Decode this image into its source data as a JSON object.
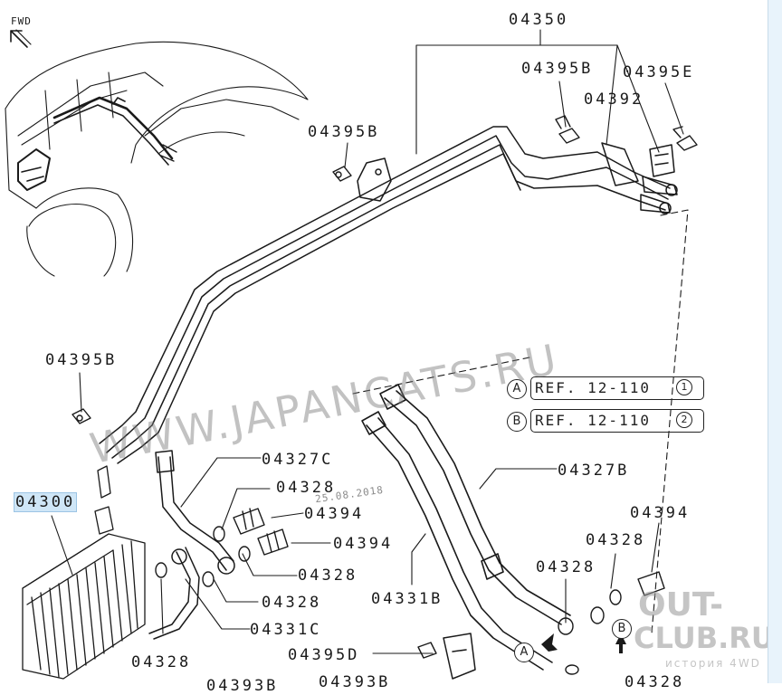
{
  "fwd_label": "FWD",
  "labels": {
    "p04350": "04350",
    "p04395b_top": "04395B",
    "p04395e": "04395E",
    "p04392": "04392",
    "p04395b_mid": "04395B",
    "p04395b_left": "04395B",
    "p04300": "04300",
    "p04327c": "04327C",
    "p04328_a": "04328",
    "p04394_a": "04394",
    "p04394_b": "04394",
    "p04328_b": "04328",
    "p04328_c": "04328",
    "p04331c": "04331C",
    "p04328_d": "04328",
    "p04395d": "04395D",
    "p04327b": "04327B",
    "p04331b": "04331B",
    "p04394_c": "04394",
    "p04328_e": "04328",
    "p04328_f": "04328",
    "p04393b": "04393B",
    "p04328_g": "04328",
    "p04393b_b": "04393B"
  },
  "refs": [
    {
      "letter": "A",
      "text": "REF. 12-110",
      "circle": "1"
    },
    {
      "letter": "B",
      "text": "REF. 12-110",
      "circle": "2"
    }
  ],
  "markers": {
    "a": "A",
    "b": "B"
  },
  "watermark": "WWW.JAPANCATS.RU",
  "watermark_date": "25.08.2018",
  "watermark_out": "OUT-",
  "watermark_club": "CLUB.RU",
  "watermark_sub": "история 4WD"
}
